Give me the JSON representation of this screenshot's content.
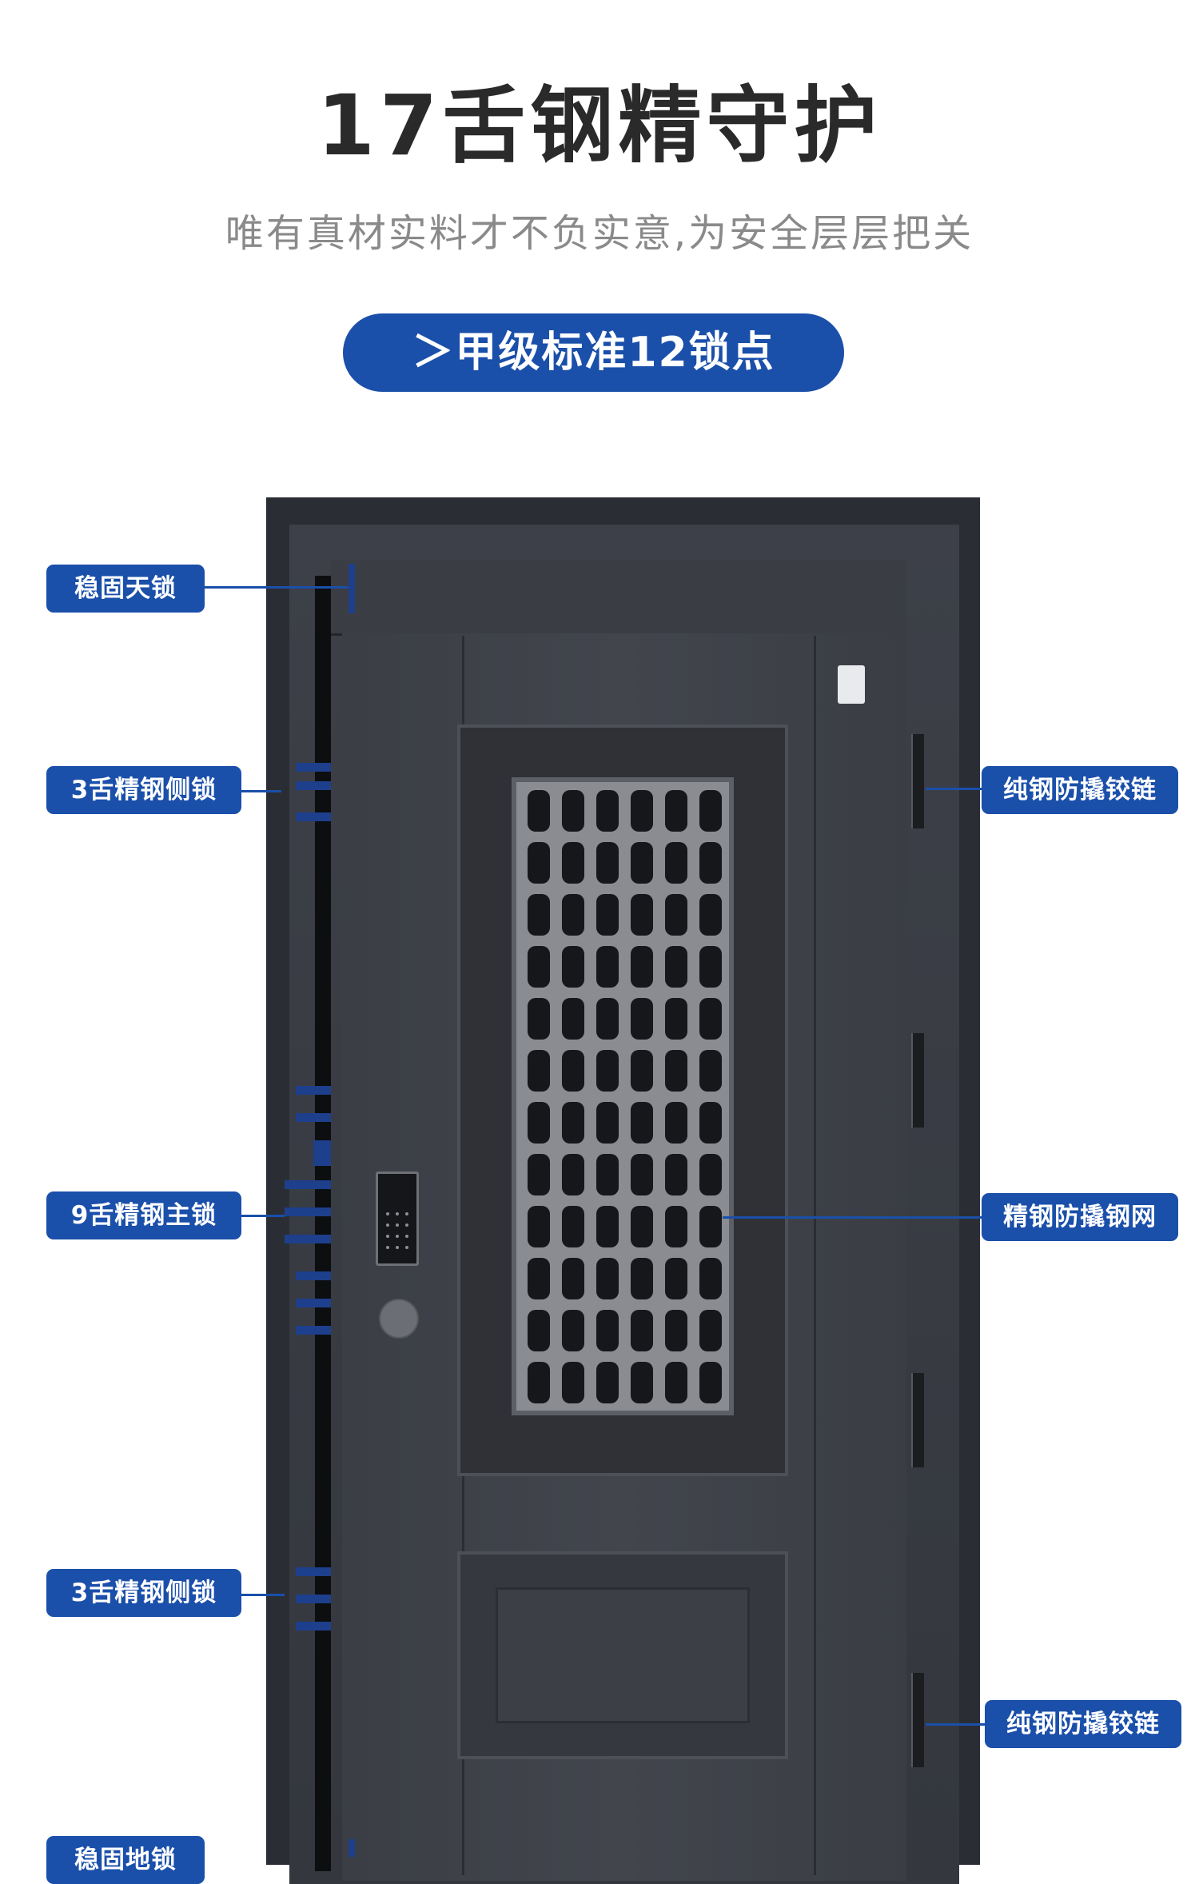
{
  "header": {
    "title": "17舌钢精守护",
    "subtitle": "唯有真材实料才不负实意,为安全层层把关",
    "pill_label": "＞甲级标准12锁点"
  },
  "callouts": {
    "top_lock": "稳固天锁",
    "side_lock_upper": "3舌精钢侧锁",
    "main_lock": "9舌精钢主锁",
    "side_lock_lower": "3舌精钢侧锁",
    "ground_lock": "稳固地锁",
    "hinge_upper": "纯钢防撬铰链",
    "steel_mesh": "精钢防撬钢网",
    "hinge_lower": "纯钢防撬铰链"
  },
  "colors": {
    "accent": "#1a4faa",
    "title": "#2a2a2a",
    "subtitle": "#8a8a8a",
    "door": "#3b3e45"
  }
}
